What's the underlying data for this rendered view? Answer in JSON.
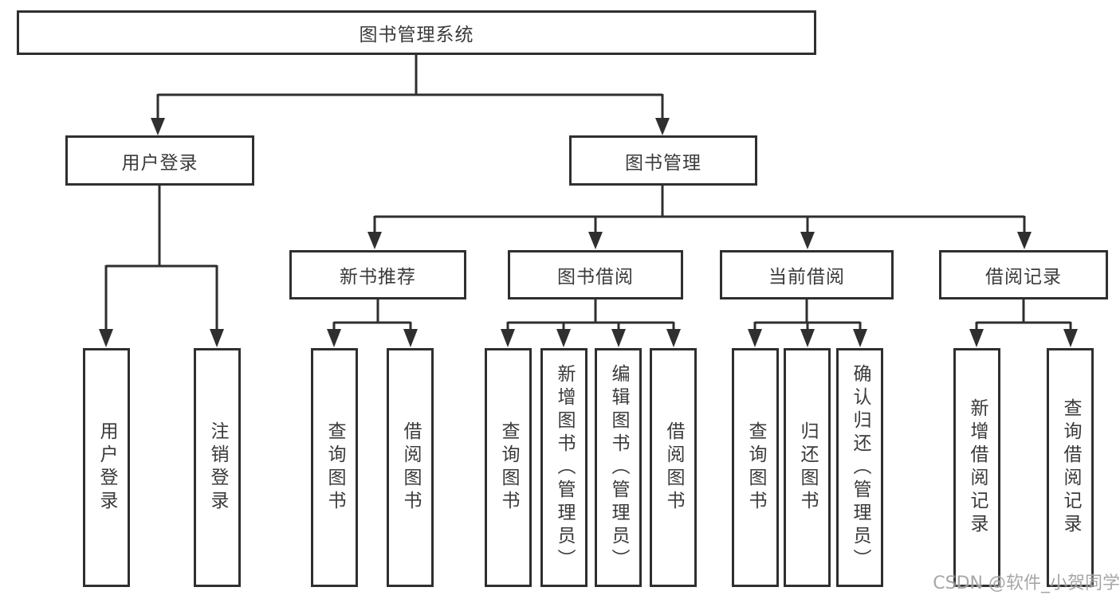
{
  "colors": {
    "background": "#ffffff",
    "line": "#2f2f2f",
    "box_border": "#2f2f2f",
    "text": "#3a3a3a",
    "watermark": "#9e9e9e"
  },
  "watermark": {
    "text": "CSDN @软件_小贺同学"
  },
  "tree": {
    "label": "图书管理系统",
    "children": [
      {
        "label": "用户登录",
        "children": [
          {
            "label": "用户登录"
          },
          {
            "label": "注销登录"
          }
        ]
      },
      {
        "label": "图书管理",
        "children": [
          {
            "label": "新书推荐",
            "children": [
              {
                "label": "查询图书"
              },
              {
                "label": "借阅图书"
              }
            ]
          },
          {
            "label": "图书借阅",
            "children": [
              {
                "label": "查询图书"
              },
              {
                "label": "新增图书（管理员）"
              },
              {
                "label": "编辑图书（管理员）"
              },
              {
                "label": "借阅图书"
              }
            ]
          },
          {
            "label": "当前借阅",
            "children": [
              {
                "label": "查询图书"
              },
              {
                "label": "归还图书"
              },
              {
                "label": "确认归还（管理员）"
              }
            ]
          },
          {
            "label": "借阅记录",
            "children": [
              {
                "label": "新增借阅记录"
              },
              {
                "label": "查询借阅记录"
              }
            ]
          }
        ]
      }
    ]
  }
}
